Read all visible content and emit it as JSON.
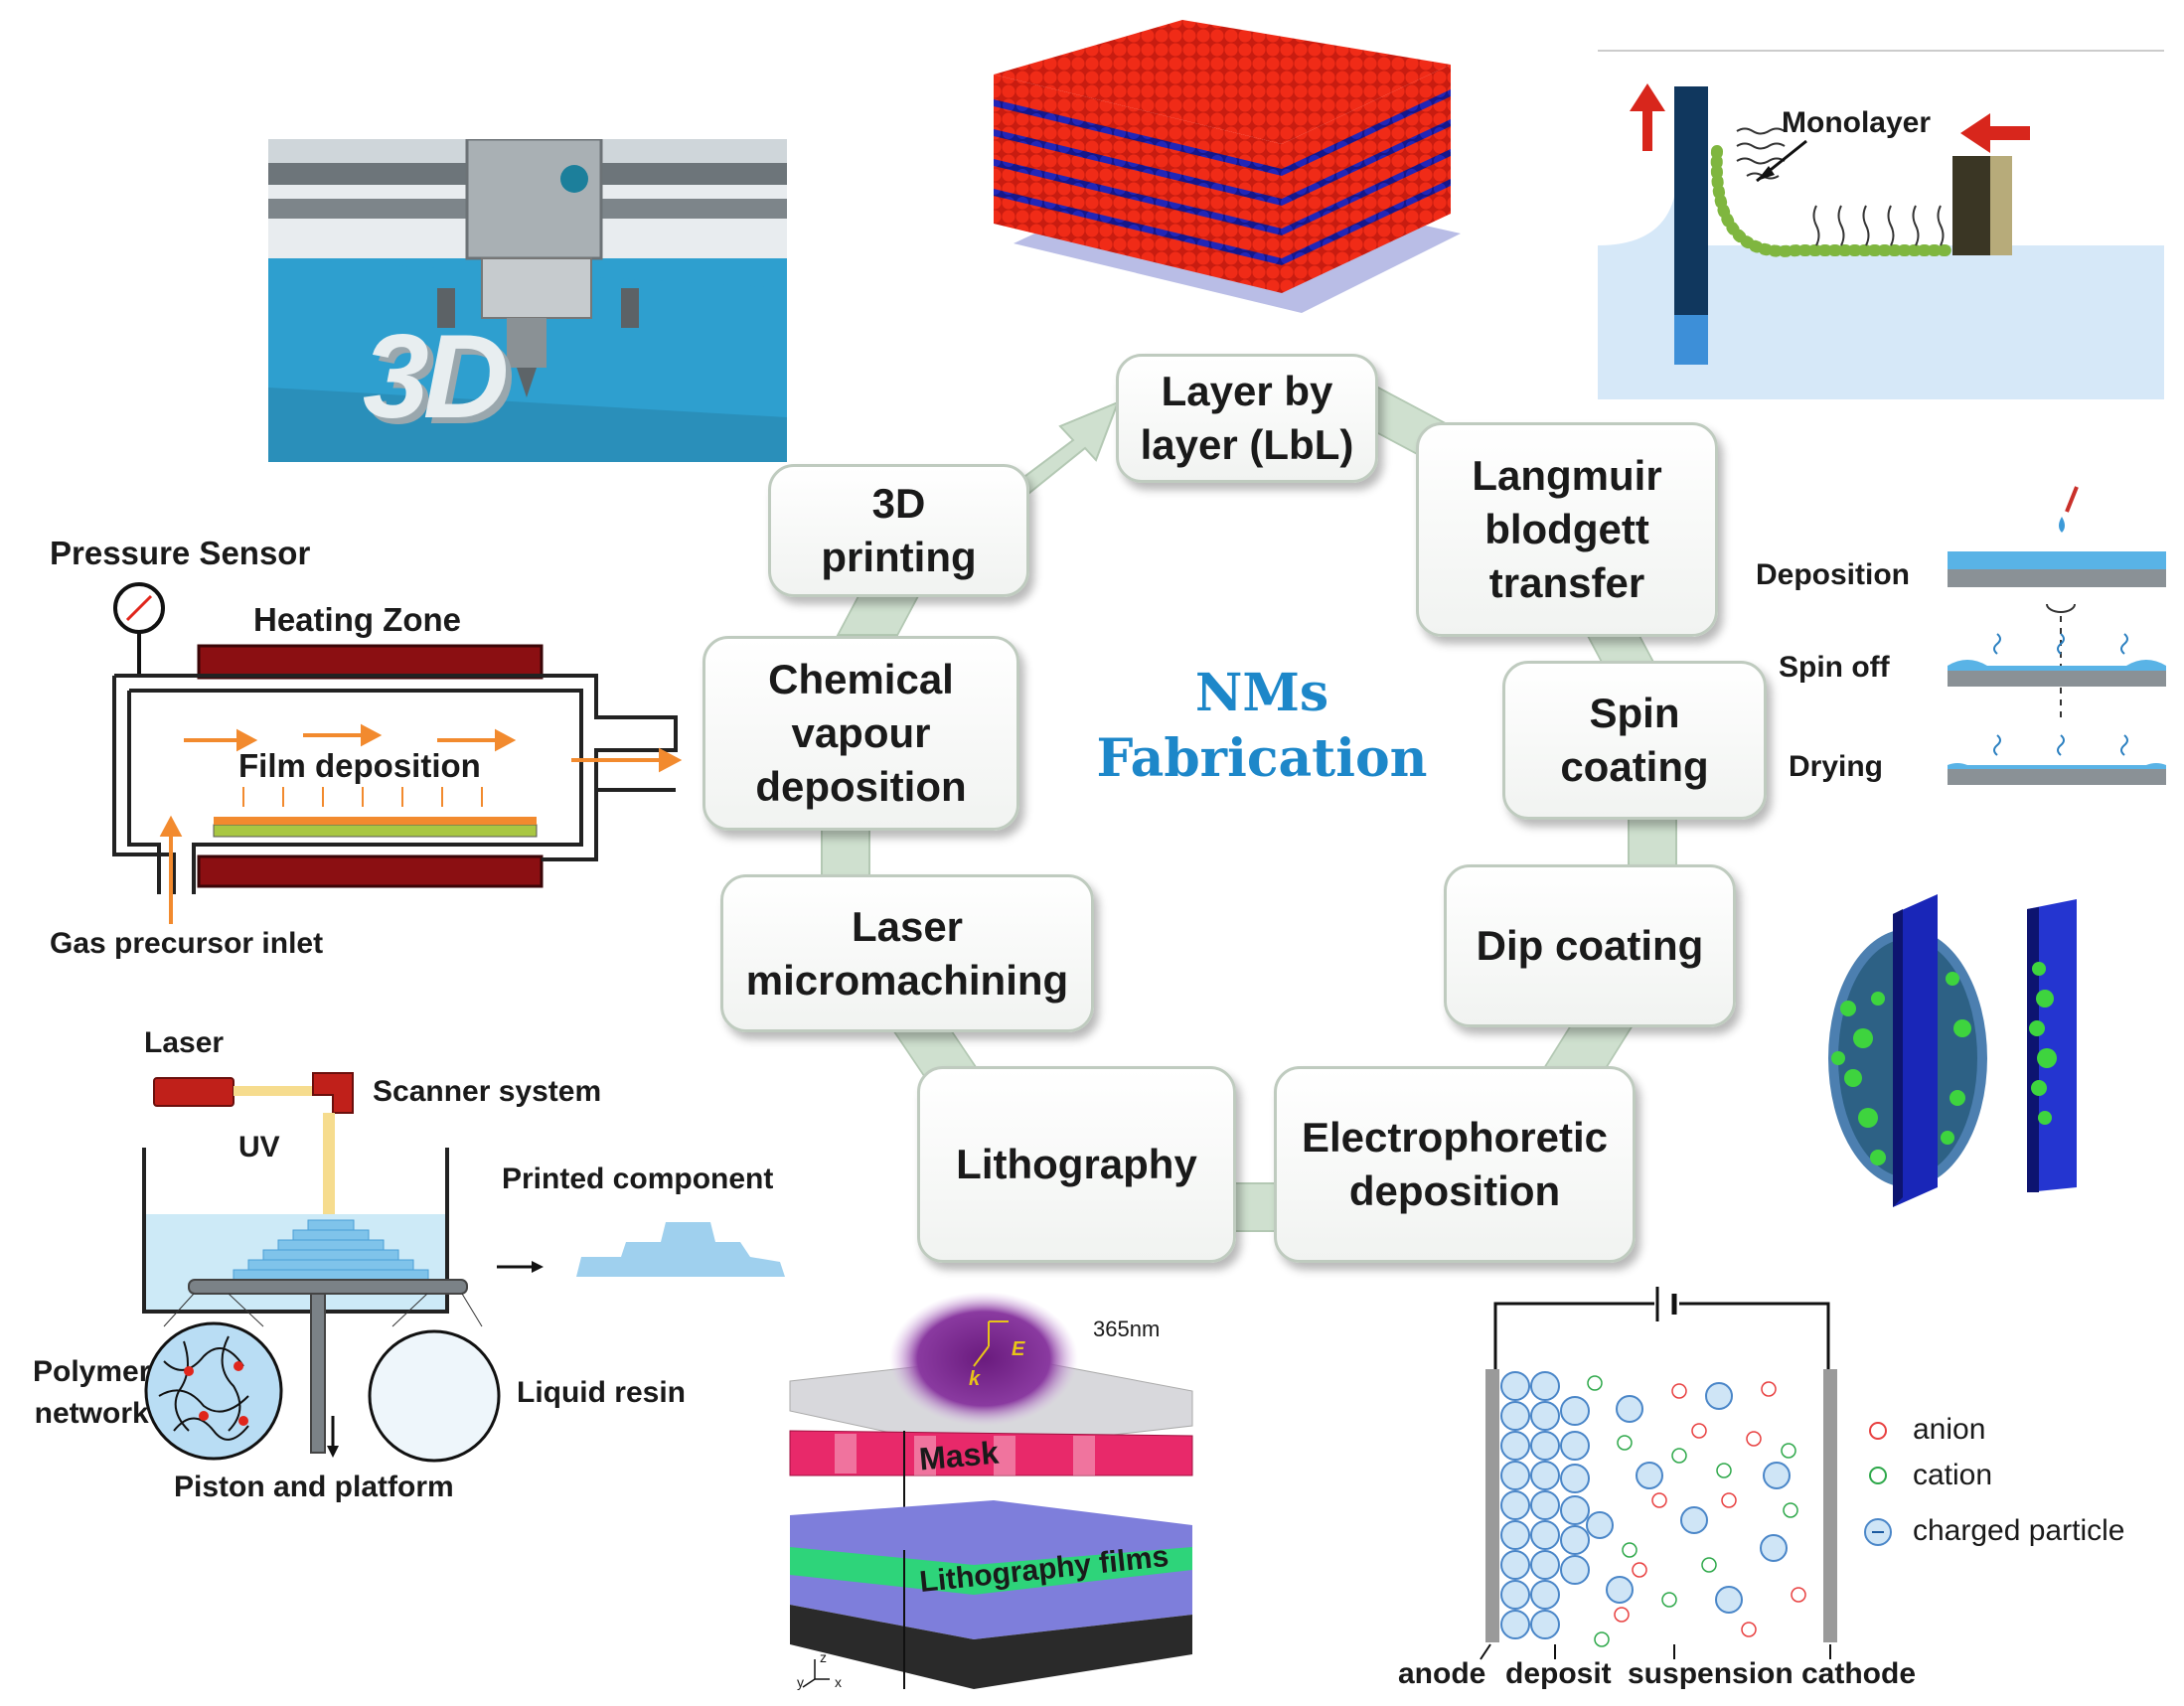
{
  "center_title": {
    "line1": "NMs",
    "line2": "Fabrication"
  },
  "flow_nodes": {
    "lbl_layer": "Layer by\nlayer (LbL)",
    "langmuir": "Langmuir\nblodgett\ntransfer",
    "spin": "Spin\ncoating",
    "dip": "Dip coating",
    "electro": "Electrophoretic\ndeposition",
    "litho": "Lithography",
    "laser": "Laser\nmicromachining",
    "cvd": "Chemical\nvapour\ndeposition",
    "printing": "3D\nprinting"
  },
  "printer_3d": {
    "print_text": "3D"
  },
  "langmuir_panel": {
    "label": "Monolayer"
  },
  "spin_panel": {
    "steps": [
      "Deposition",
      "Spin off",
      "Drying"
    ]
  },
  "cvd_panel": {
    "pressure_sensor": "Pressure Sensor",
    "heating_zone": "Heating Zone",
    "film_deposition": "Film deposition",
    "gas_inlet": "Gas precursor inlet"
  },
  "sla_panel": {
    "laser": "Laser",
    "scanner": "Scanner system",
    "uv": "UV",
    "printed_component": "Printed component",
    "polymer_network": "Polymer\nnetwork",
    "liquid_resin": "Liquid resin",
    "piston": "Piston and platform"
  },
  "litho_panel": {
    "wavelength": "365nm",
    "e_field": "E",
    "k_vector": "k",
    "mask": "Mask",
    "films": "Lithography films",
    "axes": [
      "y",
      "z",
      "x"
    ]
  },
  "epd_panel": {
    "legend": [
      "anion",
      "cation",
      "charged particle"
    ],
    "bottom_labels": [
      "anode",
      "deposit",
      "suspension",
      "cathode"
    ]
  },
  "colors": {
    "title_blue": "#1d87c9",
    "node_border": "#bfcbbf",
    "connector": "#cfe0cf",
    "heating": "#8b0f12",
    "arrow_orange": "#f28a2e",
    "lbl_red": "#e01a10",
    "lbl_blue": "#1b1fa8",
    "mask_pink": "#e8296a",
    "films_green": "#2ed47a",
    "uv_purple": "#7a2a8e"
  },
  "icons": [
    "pressure-gauge-icon",
    "laser-icon",
    "scanner-icon",
    "dip-coated-slab-icon"
  ]
}
